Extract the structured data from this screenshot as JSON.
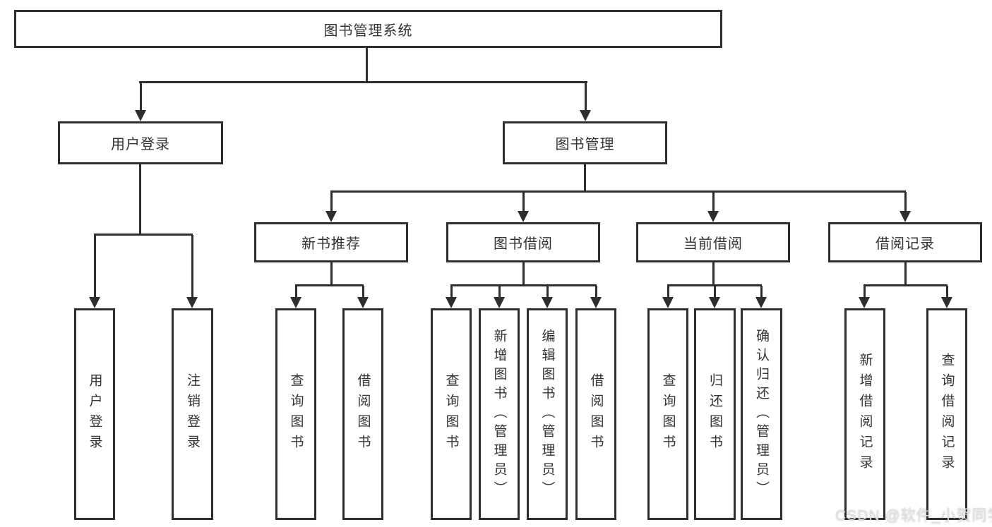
{
  "colors": {
    "line": "#2e2e2e",
    "text": "#333333",
    "background": "#ffffff"
  },
  "nodes": {
    "root": {
      "label": "图书管理系统"
    },
    "level2": [
      {
        "id": "user-login",
        "label": "用户登录"
      },
      {
        "id": "book-management",
        "label": "图书管理"
      }
    ],
    "level3": [
      {
        "id": "new-book-recommend",
        "label": "新书推荐"
      },
      {
        "id": "book-borrow",
        "label": "图书借阅"
      },
      {
        "id": "current-borrow",
        "label": "当前借阅"
      },
      {
        "id": "borrow-records",
        "label": "借阅记录"
      }
    ],
    "leaves": {
      "user_login": [
        {
          "label": "用户登录"
        },
        {
          "label": "注销登录"
        }
      ],
      "new_book_recommend": [
        {
          "label": "查询图书"
        },
        {
          "label": "借阅图书"
        }
      ],
      "book_borrow": [
        {
          "label": "查询图书"
        },
        {
          "label": "新增图书（管理员）"
        },
        {
          "label": "编辑图书（管理员）"
        },
        {
          "label": "借阅图书"
        }
      ],
      "current_borrow": [
        {
          "label": "查询图书"
        },
        {
          "label": "归还图书"
        },
        {
          "label": "确认归还（管理员）"
        }
      ],
      "borrow_records": [
        {
          "label": "新增借阅记录"
        },
        {
          "label": "查询借阅记录"
        }
      ]
    }
  },
  "watermark": {
    "text": "CSDN @软件_小贺同学"
  }
}
